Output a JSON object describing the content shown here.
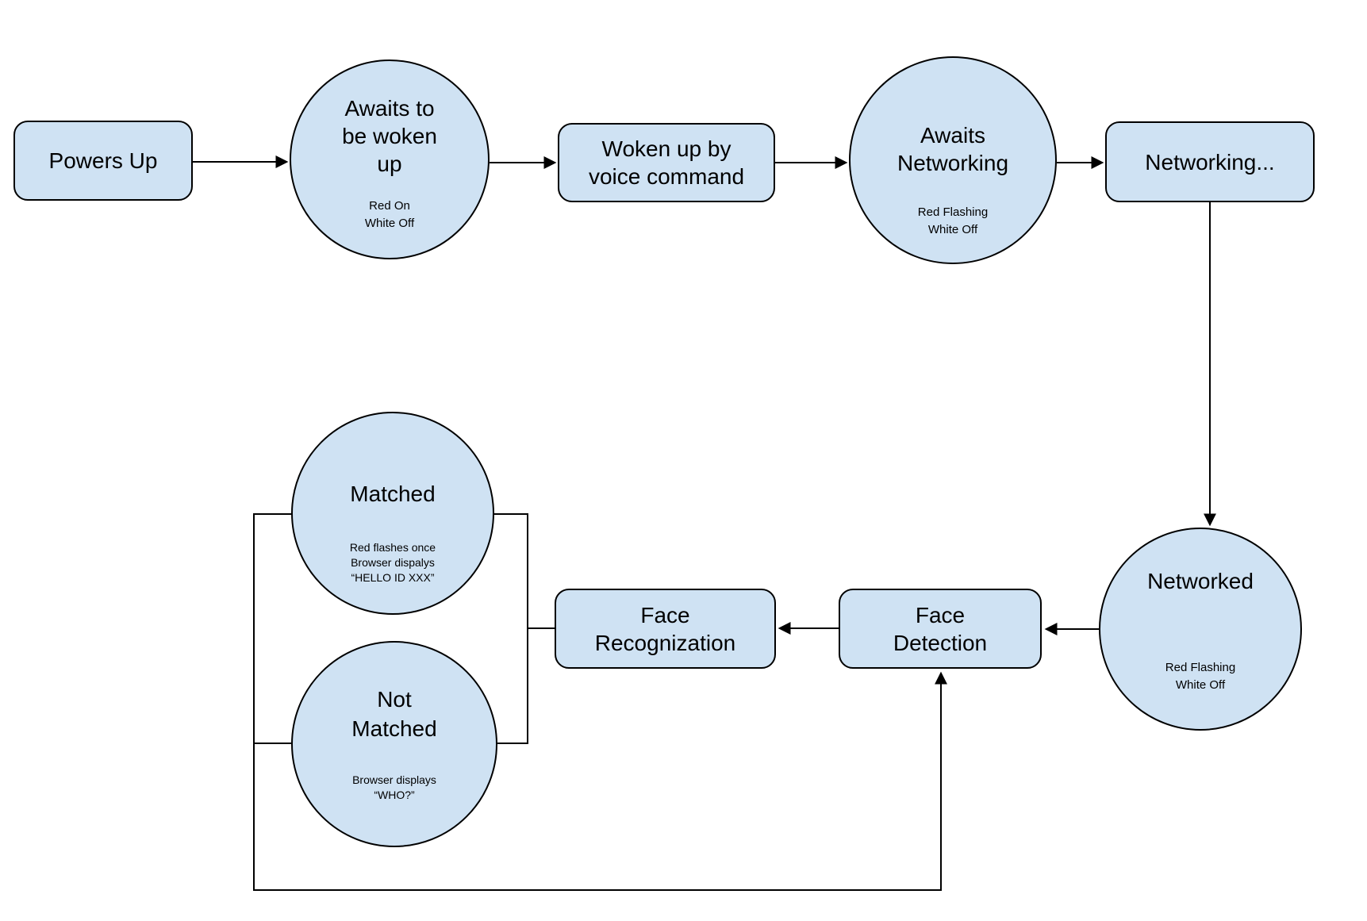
{
  "diagram": {
    "background_color": "#ffffff",
    "node_fill_color": "#cfe2f3",
    "node_stroke_color": "#000000",
    "nodes": {
      "powers_up": {
        "shape": "rounded-rect",
        "lines": [
          "Powers Up"
        ]
      },
      "awaits_wake": {
        "shape": "circle",
        "lines": [
          "Awaits to",
          "be woken",
          "up"
        ],
        "sub": [
          "Red On",
          "White Off"
        ]
      },
      "woken_voice": {
        "shape": "rounded-rect",
        "lines": [
          "Woken up by",
          "voice command"
        ]
      },
      "awaits_networking": {
        "shape": "circle",
        "lines": [
          "Awaits",
          "Networking"
        ],
        "sub": [
          "Red Flashing",
          "White Off"
        ]
      },
      "networking": {
        "shape": "rounded-rect",
        "lines": [
          "Networking..."
        ]
      },
      "networked": {
        "shape": "circle",
        "lines": [
          "Networked"
        ],
        "sub": [
          "Red Flashing",
          "White Off"
        ]
      },
      "face_detection": {
        "shape": "rounded-rect",
        "lines": [
          "Face",
          "Detection"
        ]
      },
      "face_recognization": {
        "shape": "rounded-rect",
        "lines": [
          "Face",
          "Recognization"
        ]
      },
      "matched": {
        "shape": "circle",
        "lines": [
          "Matched"
        ],
        "sub": [
          "Red flashes once",
          "Browser dispalys",
          "“HELLO ID XXX”"
        ]
      },
      "not_matched": {
        "shape": "circle",
        "lines": [
          "Not",
          "Matched"
        ],
        "sub": [
          "Browser displays",
          "“WHO?”"
        ]
      }
    },
    "edges": [
      {
        "from": "powers-up",
        "to": "awaits-to-be-woken-up",
        "arrow": true
      },
      {
        "from": "awaits-to-be-woken-up",
        "to": "woken-up-by-voice-command",
        "arrow": true
      },
      {
        "from": "woken-up-by-voice-command",
        "to": "awaits-networking",
        "arrow": true
      },
      {
        "from": "awaits-networking",
        "to": "networking",
        "arrow": true
      },
      {
        "from": "networking",
        "to": "networked",
        "arrow": true
      },
      {
        "from": "networked",
        "to": "face-detection",
        "arrow": true
      },
      {
        "from": "face-detection",
        "to": "face-recognization",
        "arrow": true
      },
      {
        "from": "face-recognization",
        "to": "matched",
        "arrow": false
      },
      {
        "from": "face-recognization",
        "to": "not-matched",
        "arrow": false
      },
      {
        "from": "matched",
        "to": "face-detection",
        "arrow": true,
        "via": "bottom-loop"
      },
      {
        "from": "not-matched",
        "to": "face-detection",
        "arrow": true,
        "via": "bottom-loop"
      }
    ]
  }
}
